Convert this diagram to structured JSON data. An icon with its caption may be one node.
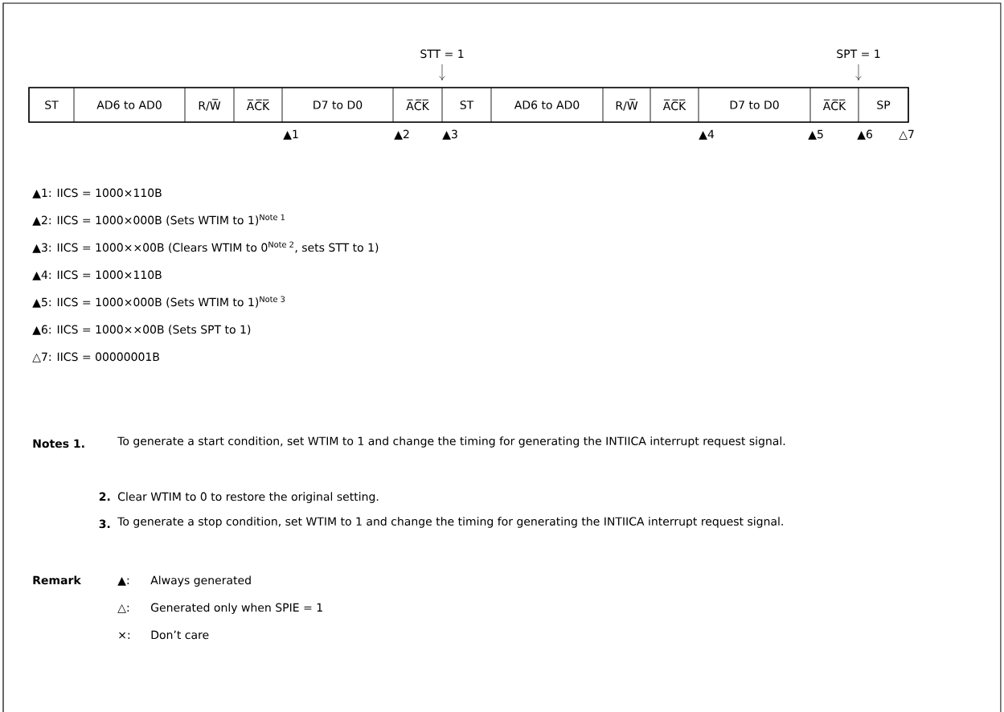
{
  "diagram": {
    "nodes": [
      {
        "text": [
          "ST"
        ]
      },
      {
        "text": [
          "AD6 to AD0"
        ]
      },
      {
        "text": [
          "R/W̅"
        ]
      },
      {
        "text": [
          "A̅C̅K̅"
        ]
      },
      {
        "text": [
          "D7 to D0"
        ]
      },
      {
        "text": [
          "A̅C̅K̅"
        ]
      },
      {
        "text": [
          "ST"
        ]
      },
      {
        "text": [
          "AD6 to AD0"
        ]
      },
      {
        "text": [
          "R/W̅"
        ]
      },
      {
        "text": [
          "A̅C̅K̅"
        ]
      },
      {
        "text": [
          "D7 to D0"
        ]
      },
      {
        "text": [
          "A̅C̅K̅"
        ]
      },
      {
        "text": [
          "SP"
        ]
      }
    ],
    "labels": [
      "STT = 1",
      "SPT = 1",
      "▲1",
      "▲2",
      "▲3",
      "▲4",
      "▲5",
      "▲6",
      "△7",
      "▲1: IICS = 1000×110B",
      "▲2: IICS = 1000×000B (Sets WTIM to 1)$^{Note 1}$",
      "▲3: IICS = 1000××00B (Clears WTIM to 0$^{Note 2}$, sets STT to 1)",
      "▲4: IICS = 1000×110B",
      "▲5: IICS = 1000×000B (Sets WTIM to 1)$^{Note 3}$",
      "▲6: IICS = 1000××00B (Sets SPT to 1)",
      "△7: IICS = 00000001B",
      "Notes 1.",
      "To generate a start condition, set WTIM to 1 and change the timing for generating the INTIICA interrupt request signal.",
      "2.",
      "Clear WTIM to 0 to restore the original setting.",
      "3.",
      "To generate a stop condition, set WTIM to 1 and change the timing for generating the INTIICA interrupt request signal.",
      "Remark",
      "▲:",
      "Always generated",
      "△:",
      "Generated only when SPIE = 1",
      "×:",
      "Don’t care"
    ]
  }
}
